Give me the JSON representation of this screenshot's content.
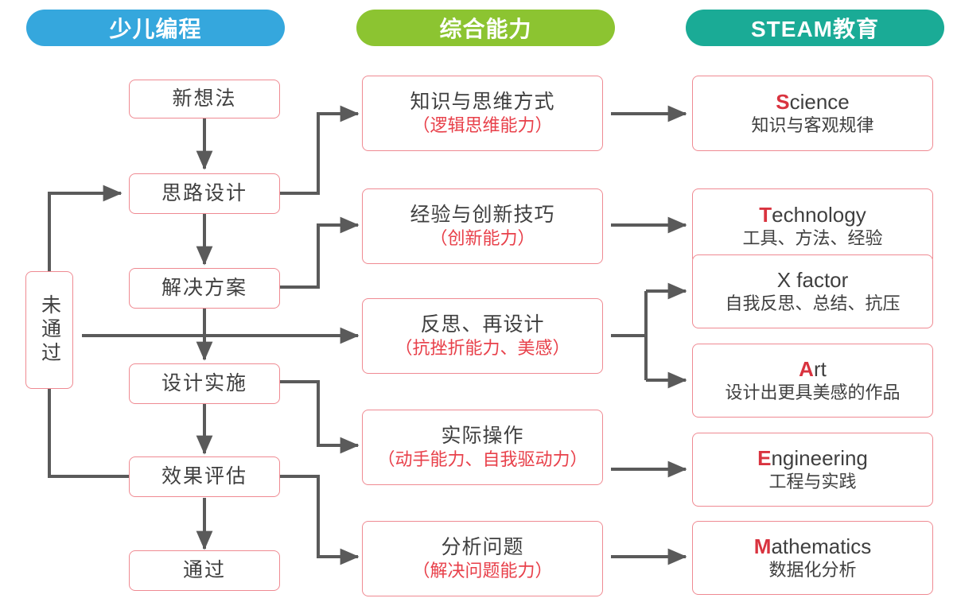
{
  "colors": {
    "blue": "#35a7dd",
    "green": "#8cc431",
    "teal": "#1aab96",
    "box_border": "#ef8a92",
    "accent_red": "#e8404a",
    "cap_red": "#d9333f",
    "arrow_gray": "#5a5a5a",
    "text": "#3f3f3f"
  },
  "headers": [
    {
      "label": "少儿编程",
      "color": "blue"
    },
    {
      "label": "综合能力",
      "color": "green"
    },
    {
      "label": "STEAM教育",
      "color": "teal"
    }
  ],
  "columns": {
    "programming": {
      "title": "少儿编程",
      "nodes": [
        {
          "id": "new-idea",
          "label": "新想法"
        },
        {
          "id": "idea-design",
          "label": "思路设计"
        },
        {
          "id": "solution",
          "label": "解决方案"
        },
        {
          "id": "implement",
          "label": "设计实施"
        },
        {
          "id": "evaluate",
          "label": "效果评估"
        },
        {
          "id": "pass",
          "label": "通过"
        },
        {
          "id": "not-pass",
          "label": "未通过",
          "orientation": "vertical"
        }
      ]
    },
    "abilities": {
      "title": "综合能力",
      "nodes": [
        {
          "id": "knowledge-thinking",
          "title": "知识与思维方式",
          "subtitle": "（逻辑思维能力）"
        },
        {
          "id": "experience-innovation",
          "title": "经验与创新技巧",
          "subtitle": "（创新能力）"
        },
        {
          "id": "reflect-redesign",
          "title": "反思、再设计",
          "subtitle": "（抗挫折能力、美感）"
        },
        {
          "id": "hands-on",
          "title": "实际操作",
          "subtitle": "（动手能力、自我驱动力）"
        },
        {
          "id": "analyze-problem",
          "title": "分析问题",
          "subtitle": "（解决问题能力）"
        }
      ]
    },
    "steam": {
      "title": "STEAM教育",
      "nodes": [
        {
          "id": "science",
          "cap": "S",
          "rest": "cience",
          "subtitle": "知识与客观规律"
        },
        {
          "id": "technology",
          "cap": "T",
          "rest": "echnology",
          "subtitle": "工具、方法、经验"
        },
        {
          "id": "xfactor",
          "cap": "",
          "rest": "X factor",
          "subtitle": "自我反思、总结、抗压"
        },
        {
          "id": "art",
          "cap": "A",
          "rest": "rt",
          "subtitle": "设计出更具美感的作品"
        },
        {
          "id": "engineering",
          "cap": "E",
          "rest": "ngineering",
          "subtitle": "工程与实践"
        },
        {
          "id": "mathematics",
          "cap": "M",
          "rest": "athematics",
          "subtitle": "数据化分析"
        }
      ]
    }
  },
  "connections": [
    {
      "from": "new-idea",
      "to": "idea-design",
      "kind": "down"
    },
    {
      "from": "idea-design",
      "to": "solution",
      "kind": "down"
    },
    {
      "from": "solution",
      "to": "implement",
      "kind": "down"
    },
    {
      "from": "implement",
      "to": "evaluate",
      "kind": "down"
    },
    {
      "from": "evaluate",
      "to": "pass",
      "kind": "down"
    },
    {
      "from": "evaluate",
      "to": "not-pass",
      "kind": "elbow-left-up"
    },
    {
      "from": "not-pass",
      "to": "idea-design",
      "kind": "elbow-up-right"
    },
    {
      "from": "idea-design",
      "to": "knowledge-thinking",
      "kind": "elbow-right-up"
    },
    {
      "from": "solution",
      "to": "experience-innovation",
      "kind": "elbow-right-up"
    },
    {
      "from": "not-pass",
      "to": "reflect-redesign",
      "kind": "straight-right"
    },
    {
      "from": "implement",
      "to": "hands-on",
      "kind": "elbow-right-down"
    },
    {
      "from": "evaluate",
      "to": "analyze-problem",
      "kind": "elbow-right-down"
    },
    {
      "from": "knowledge-thinking",
      "to": "science",
      "kind": "straight-right"
    },
    {
      "from": "experience-innovation",
      "to": "technology",
      "kind": "straight-right"
    },
    {
      "from": "reflect-redesign",
      "to": "xfactor",
      "kind": "fork-up"
    },
    {
      "from": "reflect-redesign",
      "to": "art",
      "kind": "fork-down"
    },
    {
      "from": "hands-on",
      "to": "engineering",
      "kind": "straight-right"
    },
    {
      "from": "analyze-problem",
      "to": "mathematics",
      "kind": "straight-right"
    }
  ]
}
